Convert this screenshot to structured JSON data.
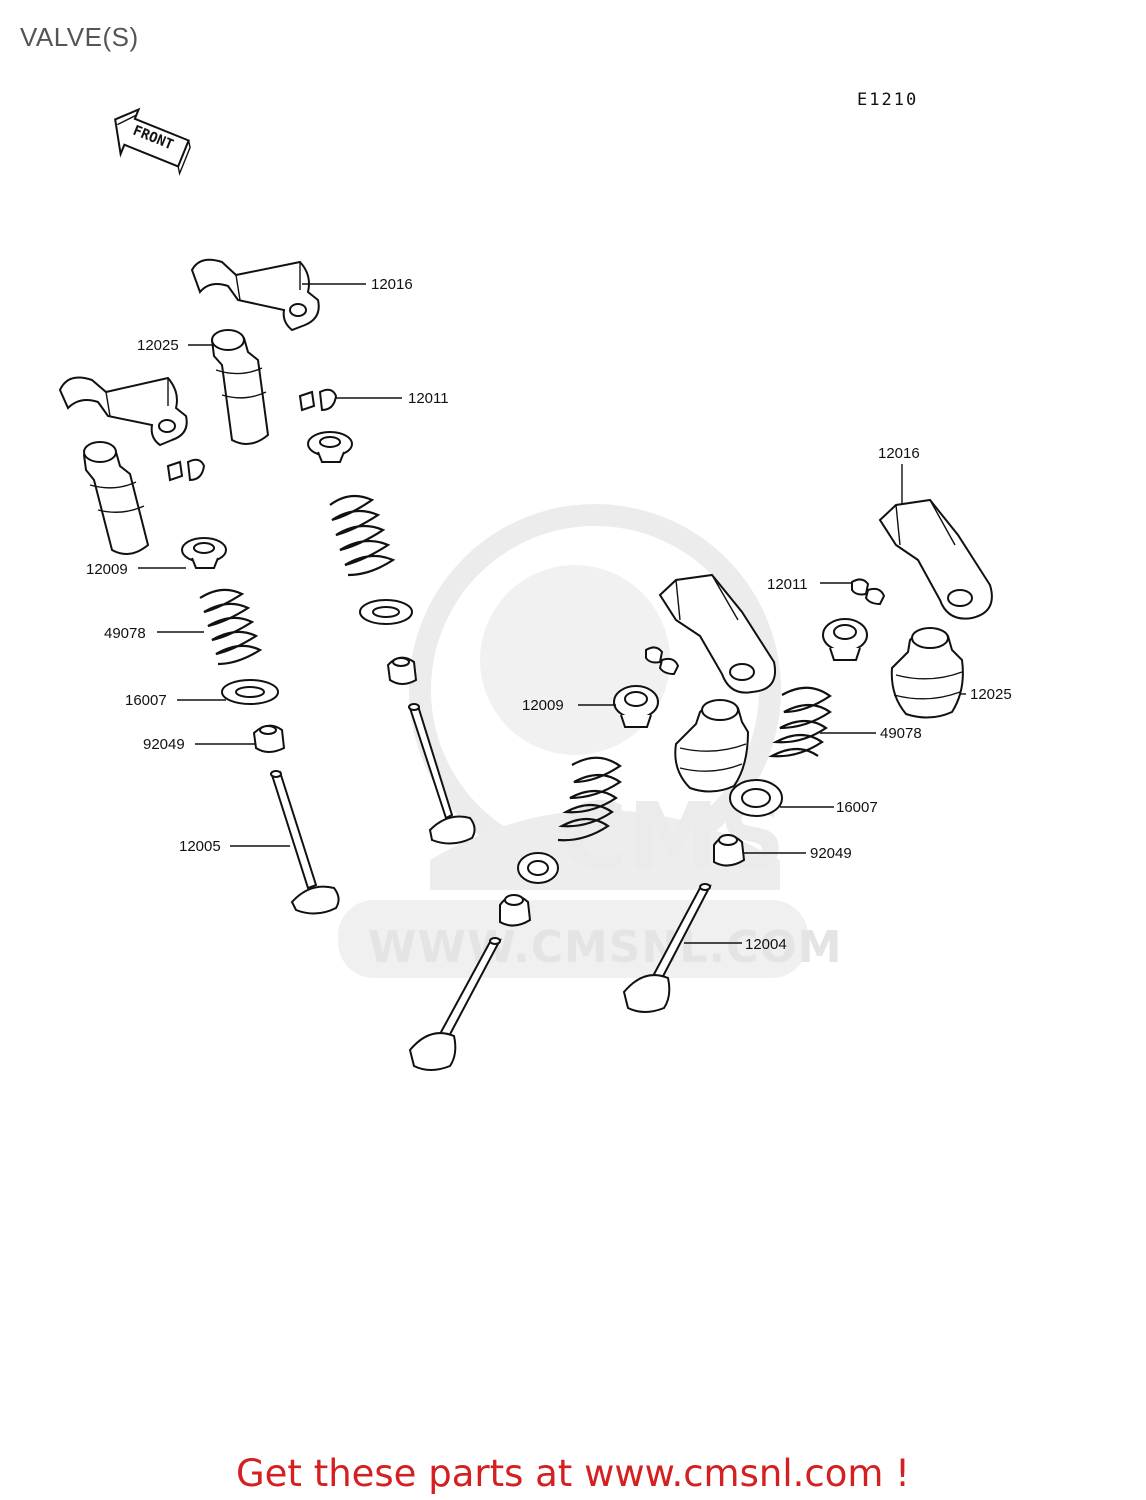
{
  "title": "VALVE(S)",
  "diagram_code": "E1210",
  "front_arrow_label": "FRONT",
  "watermark": {
    "domain": "WWW.CMSNL.COM"
  },
  "footer": {
    "text": "Get these parts at www.cmsnl.com !",
    "color": "#d42020"
  },
  "callouts": {
    "rocker_arm_left": "12016",
    "lifter_left": "12025",
    "collet_left": "12011",
    "retainer_left": "12009",
    "spring_left": "49078",
    "spring_seat_left": "16007",
    "stem_seal_left": "92049",
    "valve_left": "12005",
    "rocker_arm_right": "12016",
    "collet_right": "12011",
    "retainer_right": "12009",
    "lifter_right": "12025",
    "spring_right": "49078",
    "spring_seat_right": "16007",
    "stem_seal_right": "92049",
    "valve_right": "12004"
  }
}
